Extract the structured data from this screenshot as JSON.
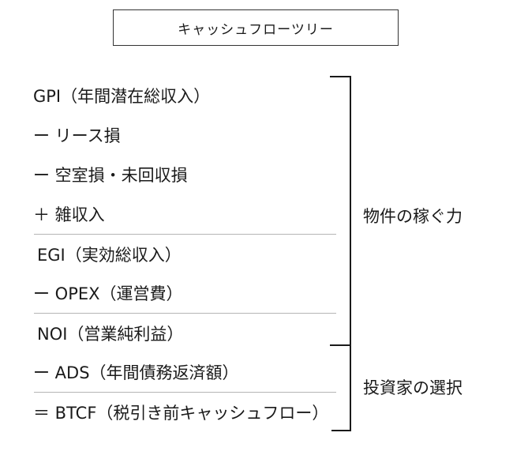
{
  "title": "キャッシュフローツリー",
  "rows": [
    {
      "text": "GPI（年間潜在総収入）"
    },
    {
      "text": "ー リース損"
    },
    {
      "text": "ー 空室損・未回収損"
    },
    {
      "text": "＋ 雑収入"
    },
    {
      "text": "EGI（実効総収入）"
    },
    {
      "text": "ー OPEX（運営費）"
    },
    {
      "text": "NOI（営業純利益）"
    },
    {
      "text": "ー ADS（年間債務返済額）"
    },
    {
      "text": "＝ BTCF（税引き前キャッシュフロー）"
    }
  ],
  "groups": [
    {
      "label": "物件の稼ぐ力"
    },
    {
      "label": "投資家の選択"
    }
  ]
}
